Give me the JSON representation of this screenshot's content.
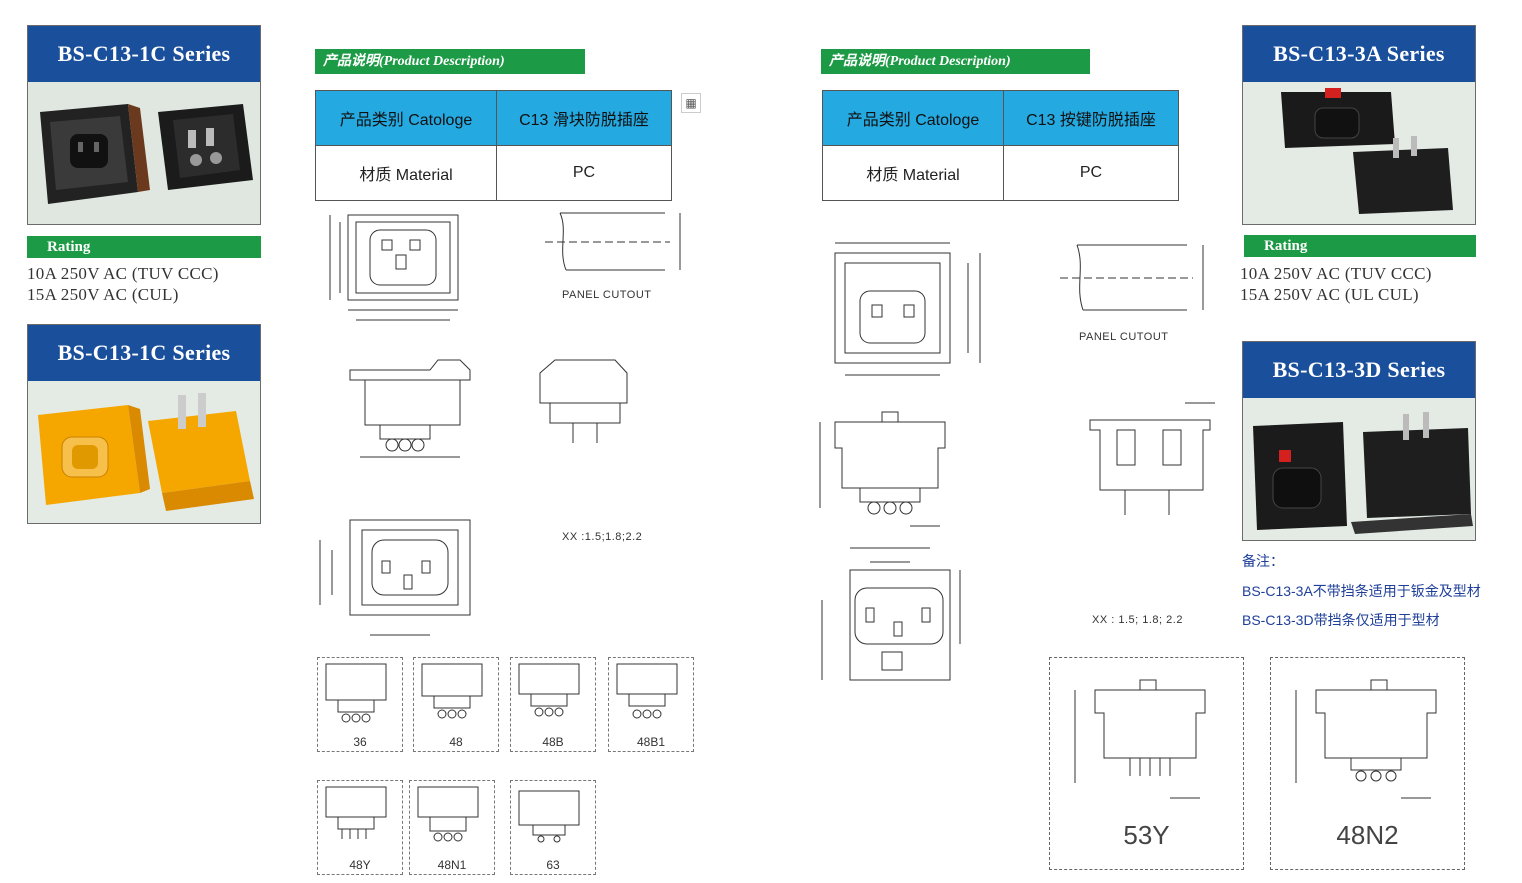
{
  "left": {
    "series1": {
      "title": "BS-C13-1C Series"
    },
    "rating": {
      "label": "Rating",
      "lines": [
        "10A 250V AC (TUV  CCC)",
        "15A 250V AC (CUL)"
      ]
    },
    "series2": {
      "title": "BS-C13-1C Series"
    }
  },
  "desc_left": {
    "heading": "产品说明(Product Description)",
    "rows": [
      {
        "k": "产品类别 Catologe",
        "v": "C13 滑块防脱插座"
      },
      {
        "k": "材质 Material",
        "v": "PC"
      }
    ],
    "panel_cutout": "PANEL  CUTOUT",
    "xx_note": "XX  :1.5;1.8;2.2",
    "variants": [
      "36",
      "48",
      "48B",
      "48B1",
      "48Y",
      "48N1",
      "63"
    ]
  },
  "desc_right": {
    "heading": "产品说明(Product Description)",
    "rows": [
      {
        "k": "产品类别 Catologe",
        "v": "C13 按键防脱插座"
      },
      {
        "k": "材质 Material",
        "v": "PC"
      }
    ],
    "panel_cutout": "PANEL  CUTOUT",
    "xx_note": "XX  :  1.5;  1.8;  2.2",
    "variants": [
      "53Y",
      "48N2"
    ]
  },
  "right": {
    "series1": {
      "title": "BS-C13-3A Series"
    },
    "rating": {
      "label": "Rating",
      "lines": [
        "10A 250V AC (TUV  CCC)",
        "15A 250V AC (UL CUL)"
      ]
    },
    "series2": {
      "title": "BS-C13-3D Series"
    },
    "notes": {
      "title": "备注：",
      "lines": [
        "BS-C13-3A不带挡条适用于钣金及型材",
        "BS-C13-3D带挡条仅适用于型材"
      ]
    }
  },
  "colors": {
    "series_blue": "#1a4f9c",
    "rating_green": "#1d9a45",
    "table_header": "#24a9e1",
    "note_blue": "#1f3f99"
  }
}
